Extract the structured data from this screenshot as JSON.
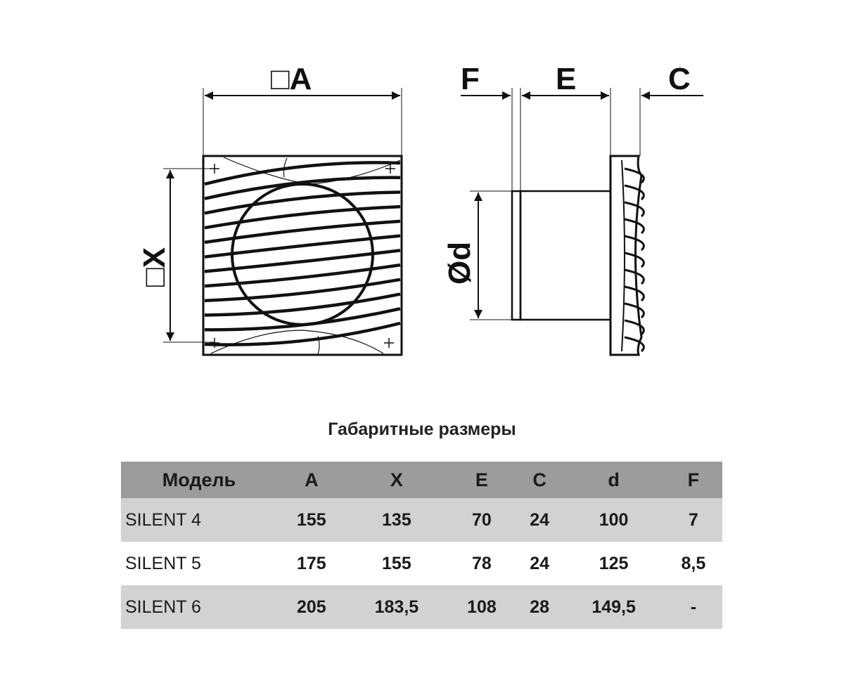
{
  "drawing": {
    "labels": {
      "A": "□A",
      "X": "□X",
      "F": "F",
      "E": "E",
      "C": "C",
      "d": "Ød"
    }
  },
  "table": {
    "title": "Габаритные размеры",
    "headers": [
      "Модель",
      "A",
      "X",
      "E",
      "C",
      "d",
      "F"
    ],
    "rows": [
      [
        "SILENT 4",
        "155",
        "135",
        "70",
        "24",
        "100",
        "7"
      ],
      [
        "SILENT 5",
        "175",
        "155",
        "78",
        "24",
        "125",
        "8,5"
      ],
      [
        "SILENT 6",
        "205",
        "183,5",
        "108",
        "28",
        "149,5",
        "-"
      ]
    ]
  }
}
